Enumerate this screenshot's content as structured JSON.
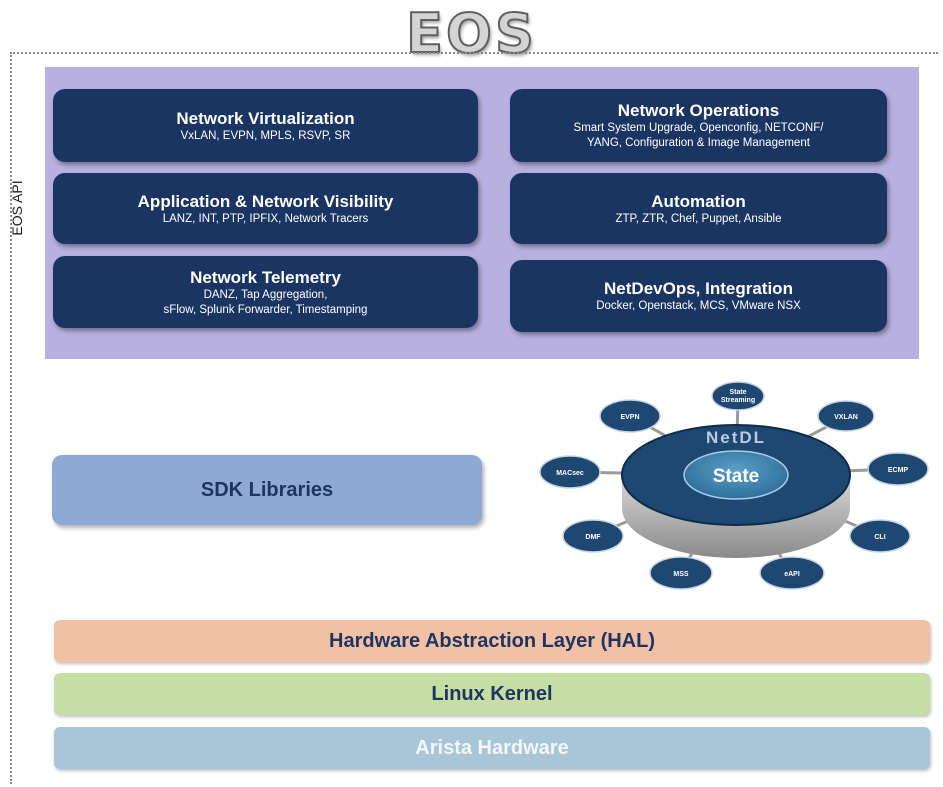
{
  "title": "EOS",
  "api_label": "EOS API",
  "features": [
    {
      "heading": "Network Virtualization",
      "sub": "VxLAN, EVPN, MPLS, RSVP, SR"
    },
    {
      "heading": "Network Operations",
      "sub": "Smart System Upgrade, Openconfig, NETCONF/\nYANG, Configuration & Image Management"
    },
    {
      "heading": "Application & Network Visibility",
      "sub": "LANZ, INT, PTP, IPFIX, Network Tracers"
    },
    {
      "heading": "Automation",
      "sub": "ZTP, ZTR, Chef, Puppet, Ansible"
    },
    {
      "heading": "Network Telemetry",
      "sub": "DANZ, Tap Aggregation,\nsFlow, Splunk Forwarder, Timestamping"
    },
    {
      "heading": "NetDevOps, Integration",
      "sub": "Docker, Openstack, MCS, VMware NSX"
    }
  ],
  "sdk": "SDK Libraries",
  "netdl": {
    "ring_label": "NetDL",
    "core_label": "State",
    "satellites": [
      "State Streaming",
      "VXLAN",
      "ECMP",
      "CLI",
      "eAPI",
      "MSS",
      "DMF",
      "MACsec",
      "EVPN"
    ]
  },
  "layers": {
    "hal": "Hardware Abstraction Layer (HAL)",
    "kernel": "Linux Kernel",
    "hardware": "Arista Hardware"
  },
  "colors": {
    "panel": "#b7b0e0",
    "box": "#1b3562",
    "sdk": "#8fa9d6",
    "hal": "#f2c0a4",
    "kernel": "#c6dea3",
    "hardware": "#a8c6d8"
  }
}
